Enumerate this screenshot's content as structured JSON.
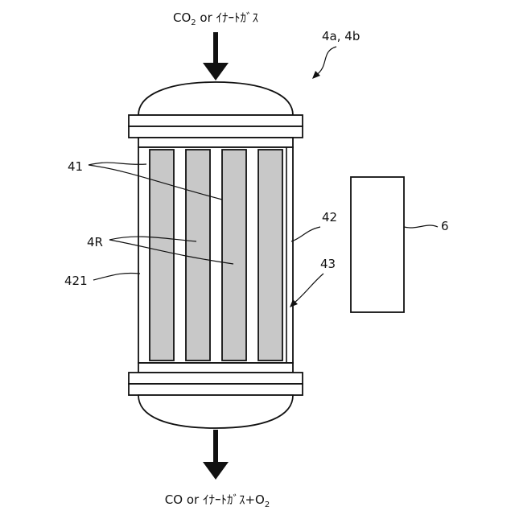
{
  "labels": {
    "top_flow_prefix": "CO",
    "top_flow_sub": "2",
    "top_flow_suffix": " or ｲﾅｰﾄｶﾞｽ",
    "bottom_flow_main": "CO or ｲﾅｰﾄｶﾞｽ+O",
    "bottom_flow_sub": "2",
    "unit_ref": "4a, 4b",
    "tubes_ref": "41",
    "reaction_ref": "4R",
    "shell_ref": "421",
    "heater_ref": "42",
    "gap_ref": "43",
    "box_ref": "6"
  },
  "colors": {
    "line": "#111111",
    "tube_fill": "#c8c8c8",
    "background": "#ffffff"
  }
}
